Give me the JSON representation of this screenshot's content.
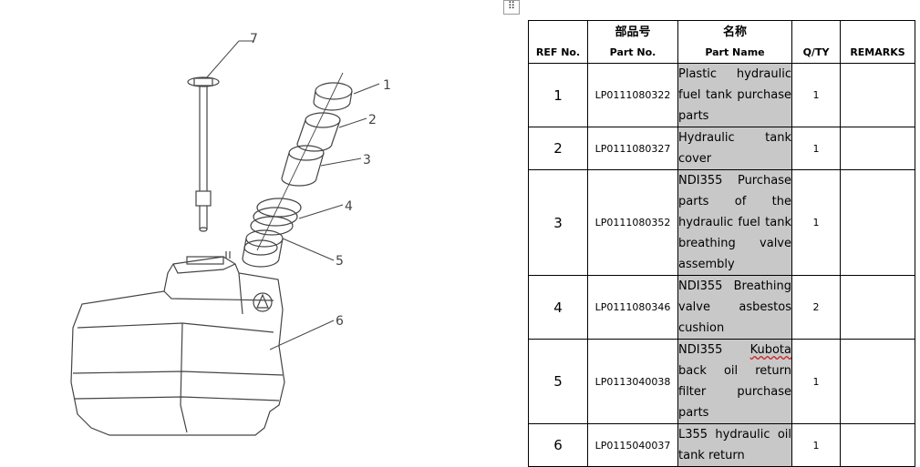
{
  "table": {
    "handle_icon": "⠿",
    "headers": {
      "ref": "REF No.",
      "part_no_cn": "部品号",
      "part_no": "Part No.",
      "name_cn": "名称",
      "name": "Part Name",
      "qty": "Q/TY",
      "remarks": "REMARKS"
    },
    "rows": [
      {
        "ref": "1",
        "part_no": "LP0111080322",
        "name": "Plastic hydraulic fuel tank purchase parts",
        "qty": "1",
        "remarks": ""
      },
      {
        "ref": "2",
        "part_no": "LP0111080327",
        "name": "Hydraulic tank cover",
        "qty": "1",
        "remarks": ""
      },
      {
        "ref": "3",
        "part_no": "LP0111080352",
        "name": "NDI355 Purchase parts of the hydraulic fuel tank breathing valve assembly",
        "qty": "1",
        "remarks": ""
      },
      {
        "ref": "4",
        "part_no": "LP0111080346",
        "name": "NDI355 Breathing valve asbestos cushion",
        "qty": "2",
        "remarks": ""
      },
      {
        "ref": "5",
        "part_no": "LP0113040038",
        "name_pre": "NDI355 ",
        "name_flag": "Kubota",
        "name_post": " back oil return filter purchase parts",
        "qty": "1",
        "remarks": ""
      },
      {
        "ref": "6",
        "part_no": "LP0115040037",
        "name": "L355 hydraulic oil tank return",
        "qty": "1",
        "remarks": ""
      }
    ]
  },
  "diagram": {
    "callouts": [
      "1",
      "2",
      "3",
      "4",
      "5",
      "6",
      "7"
    ],
    "line_color": "#444444"
  }
}
